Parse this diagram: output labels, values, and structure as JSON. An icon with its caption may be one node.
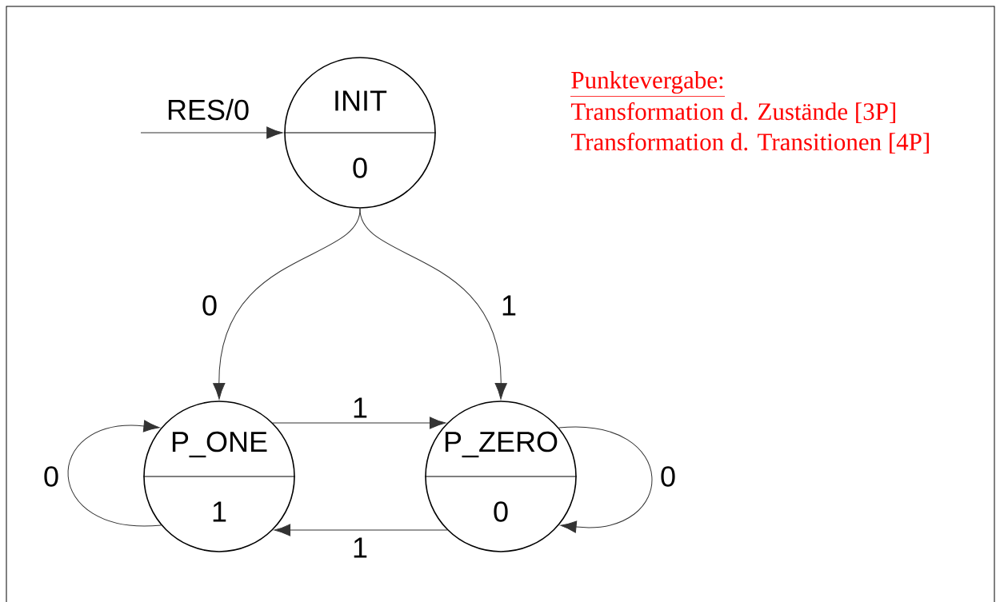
{
  "diagram": {
    "nodes": [
      {
        "text": [
          "INIT",
          "0"
        ]
      },
      {
        "text": [
          "P_ONE",
          "1"
        ]
      },
      {
        "text": [
          "P_ZERO",
          "0"
        ]
      }
    ],
    "edges": [
      {
        "from": null,
        "to": 0,
        "arrow": "to",
        "label": "RES/0"
      },
      {
        "from": 0,
        "to": 1,
        "arrow": "to",
        "label": "0"
      },
      {
        "from": 0,
        "to": 2,
        "arrow": "to",
        "label": "1"
      },
      {
        "from": 1,
        "to": 2,
        "arrow": "to",
        "label": "1"
      },
      {
        "from": 2,
        "to": 1,
        "arrow": "to",
        "label": "1"
      },
      {
        "from": 1,
        "to": 1,
        "arrow": "to",
        "label": "0"
      },
      {
        "from": 2,
        "to": 2,
        "arrow": "to",
        "label": "0"
      }
    ],
    "labels": [
      "Punktevergabe:",
      "Transformation d. Zustände [3P]",
      "Transformation d. Transitionen [4P]"
    ]
  }
}
